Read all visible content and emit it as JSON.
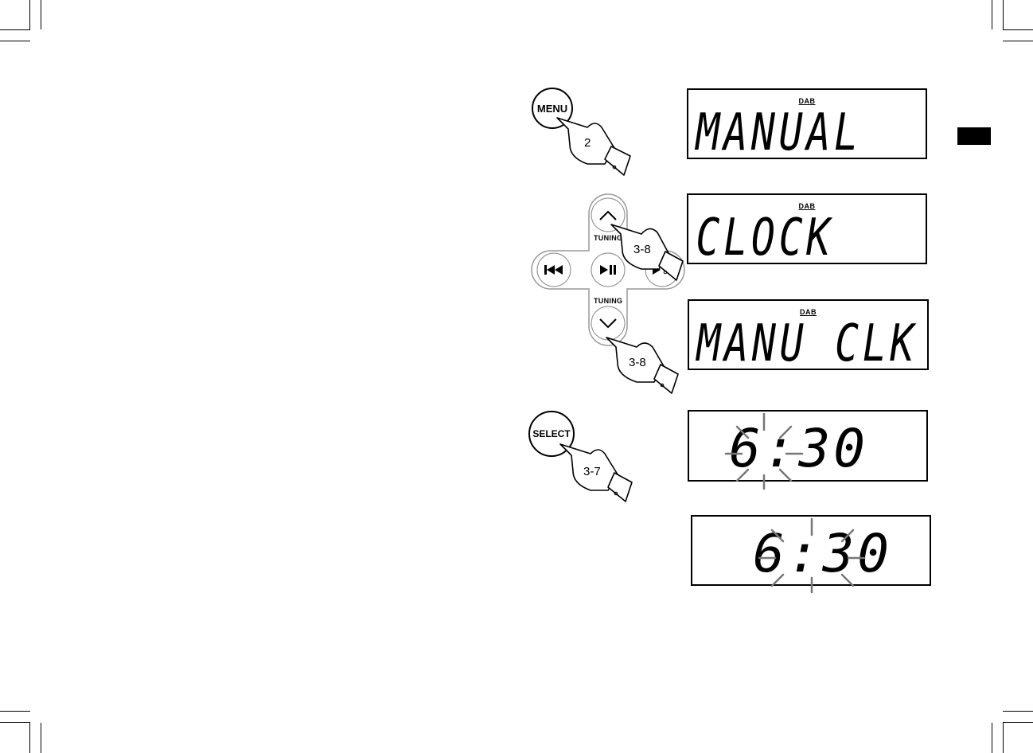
{
  "buttons": {
    "menu": "MENU",
    "select": "SELECT",
    "tuning_up": "TUNING",
    "tuning_down": "TUNING"
  },
  "icons": [
    "pointing-hand-icon",
    "up-arrow-icon",
    "down-arrow-icon",
    "skip-back-icon",
    "play-pause-icon",
    "skip-forward-icon",
    "flash-rays-icon"
  ],
  "steps": {
    "menu": "2",
    "up": "3-8",
    "down": "3-8",
    "select": "3-7"
  },
  "displays": [
    {
      "badge": "DAB",
      "text": "MANUAL"
    },
    {
      "badge": "DAB",
      "text": "CLOCK"
    },
    {
      "badge": "DAB",
      "text": "MANU CLK"
    },
    {
      "time": "6:30",
      "blinking": "hours"
    },
    {
      "time": "6:30",
      "blinking": "minutes"
    }
  ]
}
